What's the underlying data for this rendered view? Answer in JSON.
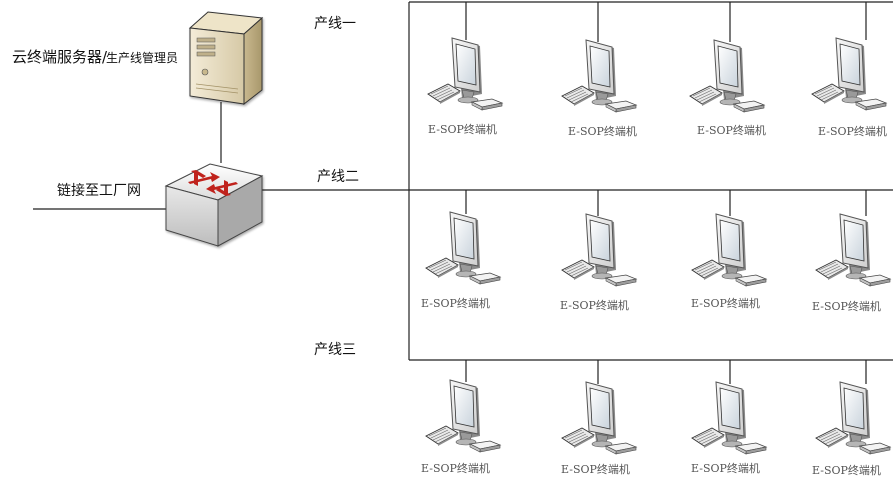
{
  "server": {
    "label": "云终端服务器/",
    "sublabel": "生产线管理员"
  },
  "switch": {
    "uplink_label": "链接至工厂网"
  },
  "lines": [
    {
      "label": "产线一",
      "terminals": [
        "E-SOP终端机",
        "E-SOP终端机",
        "E-SOP终端机",
        "E-SOP终端机"
      ]
    },
    {
      "label": "产线二",
      "terminals": [
        "E-SOP终端机",
        "E-SOP终端机",
        "E-SOP终端机",
        "E-SOP终端机"
      ]
    },
    {
      "label": "产线三",
      "terminals": [
        "E-SOP终端机",
        "E-SOP终端机",
        "E-SOP终端机",
        "E-SOP终端机"
      ]
    }
  ],
  "icons": {
    "server": "server-tower-icon",
    "switch": "network-switch-icon",
    "terminal": "desktop-computer-icon"
  }
}
